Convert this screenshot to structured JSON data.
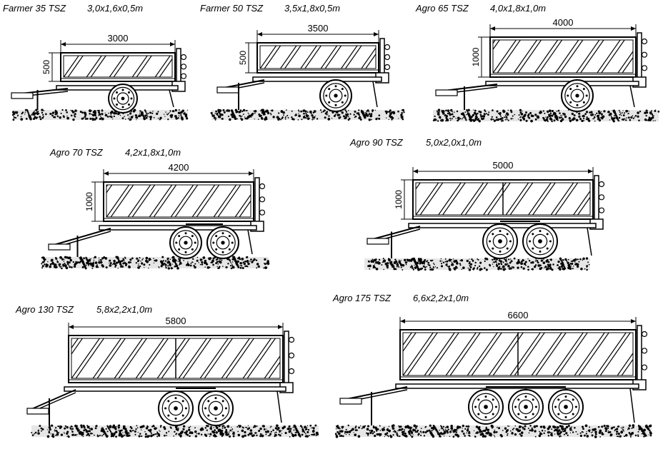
{
  "trailers": [
    {
      "model": "Farmer 35 TSZ",
      "size": "3,0x1,6x0,5m",
      "length_mm": "3000",
      "height_mm": "500",
      "axles": 1,
      "body_divisions": 1
    },
    {
      "model": "Farmer 50 TSZ",
      "size": "3,5x1,8x0,5m",
      "length_mm": "3500",
      "height_mm": "500",
      "axles": 1,
      "body_divisions": 1
    },
    {
      "model": "Agro 65 TSZ",
      "size": "4,0x1,8x1,0m",
      "length_mm": "4000",
      "height_mm": "1000",
      "axles": 1,
      "body_divisions": 1
    },
    {
      "model": "Agro 70 TSZ",
      "size": "4,2x1,8x1,0m",
      "length_mm": "4200",
      "height_mm": "1000",
      "axles": 2,
      "body_divisions": 1
    },
    {
      "model": "Agro 90 TSZ",
      "size": "5,0x2,0x1,0m",
      "length_mm": "5000",
      "height_mm": "1000",
      "axles": 2,
      "body_divisions": 2
    },
    {
      "model": "Agro 130 TSZ",
      "size": "5,8x2,2x1,0m",
      "length_mm": "5800",
      "height_mm": "",
      "axles": 2,
      "body_divisions": 2
    },
    {
      "model": "Agro 175 TSZ",
      "size": "6,6x2,2x1,0m",
      "length_mm": "6600",
      "height_mm": "",
      "axles": 3,
      "body_divisions": 2
    }
  ]
}
